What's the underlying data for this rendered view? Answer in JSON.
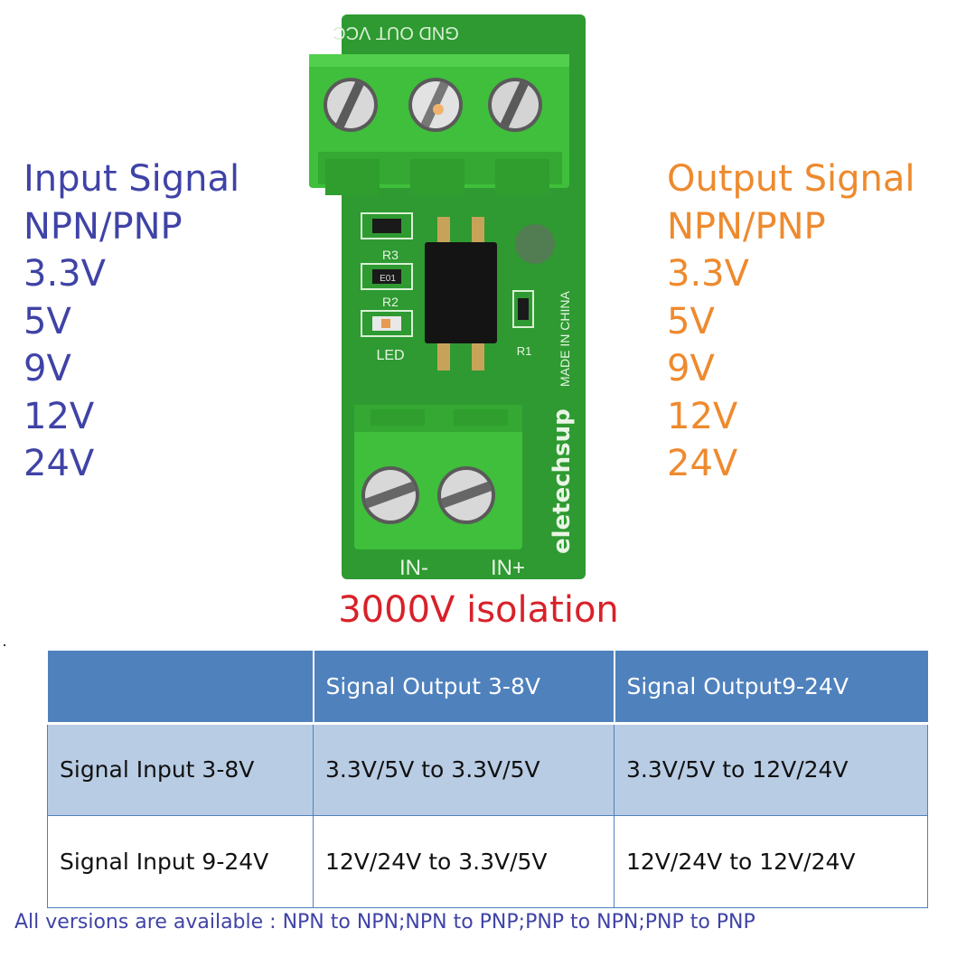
{
  "input_signal": {
    "title": "Input Signal",
    "lines": [
      "NPN/PNP",
      "3.3V",
      "5V",
      "9V",
      "12V",
      "24V"
    ]
  },
  "output_signal": {
    "title": "Output Signal",
    "lines": [
      "NPN/PNP",
      "3.3V",
      "5V",
      "9V",
      "12V",
      "24V"
    ]
  },
  "board": {
    "top_terminals": "GND OUT VCC",
    "component_labels": [
      "R3",
      "R2",
      "LED",
      "R1"
    ],
    "resistor_marking": "E01",
    "made_in": "MADE IN CHINA",
    "brand": "eletechsup",
    "bottom_terminals": [
      "IN-",
      "IN+"
    ]
  },
  "isolation": "3000V isolation",
  "table": {
    "headers": [
      "",
      "Signal Output 3-8V",
      "Signal Output9-24V"
    ],
    "rows": [
      [
        "Signal Input 3-8V",
        "3.3V/5V to 3.3V/5V",
        "3.3V/5V to 12V/24V"
      ],
      [
        "Signal Input 9-24V",
        "12V/24V to 3.3V/5V",
        "12V/24V to 12V/24V"
      ]
    ]
  },
  "footnote": "All versions are available : NPN to NPN;NPN to PNP;PNP to NPN;PNP to PNP",
  "colors": {
    "input_text": "#3f43a6",
    "output_text": "#ee8a2e",
    "isolation_text": "#d8212a",
    "table_header": "#4f81bd",
    "table_row_alt": "#b8cce4",
    "pcb_green": "#2e9a31",
    "terminal_green": "#3fbf3b"
  }
}
